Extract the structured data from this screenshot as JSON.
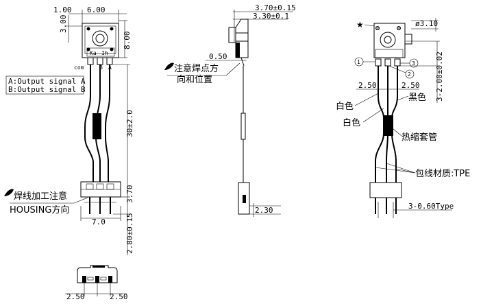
{
  "front_view": {
    "dim_top_small": "1.00",
    "dim_top_width": "6.00",
    "dim_left_small": "3.00",
    "dim_right_height": "8.00",
    "pin_labels": [
      "Ka",
      "Ih"
    ],
    "label_com": "com",
    "label_b": "B",
    "label_a": "A",
    "legend_a": "A:Output signal A",
    "legend_b": "B:Output signal B",
    "dim_length": "30±2.0",
    "note_line1": "焊线加工注意",
    "note_line2": "HOUSING方向",
    "dim_housing_h": "3.70",
    "dim_housing_w": "7.0",
    "dim_pin_len": "2.80±0.15"
  },
  "bottom_view": {
    "dim_left": "2.50",
    "dim_right": "2.50"
  },
  "side_view": {
    "dim_total": "3.70±0.15",
    "dim_body": "3.30±0.1",
    "dim_small": "0.50",
    "note_line1": "注意焊点方",
    "note_line2": "向和位置",
    "dim_connector": "2.30"
  },
  "right_view": {
    "dim_hole": "ø3.10",
    "callouts": [
      "1",
      "2",
      "3"
    ],
    "dim_pitch_left": "2.50",
    "dim_pitch_right": "2.50",
    "dim_vertical": "3-2.00±0.02",
    "label_black": "黑色",
    "label_white1": "白色",
    "label_white2": "白色",
    "label_shrink": "热缩套管",
    "label_tpe": "包线材质:TPE",
    "dim_pin": "3-0.60Type"
  }
}
